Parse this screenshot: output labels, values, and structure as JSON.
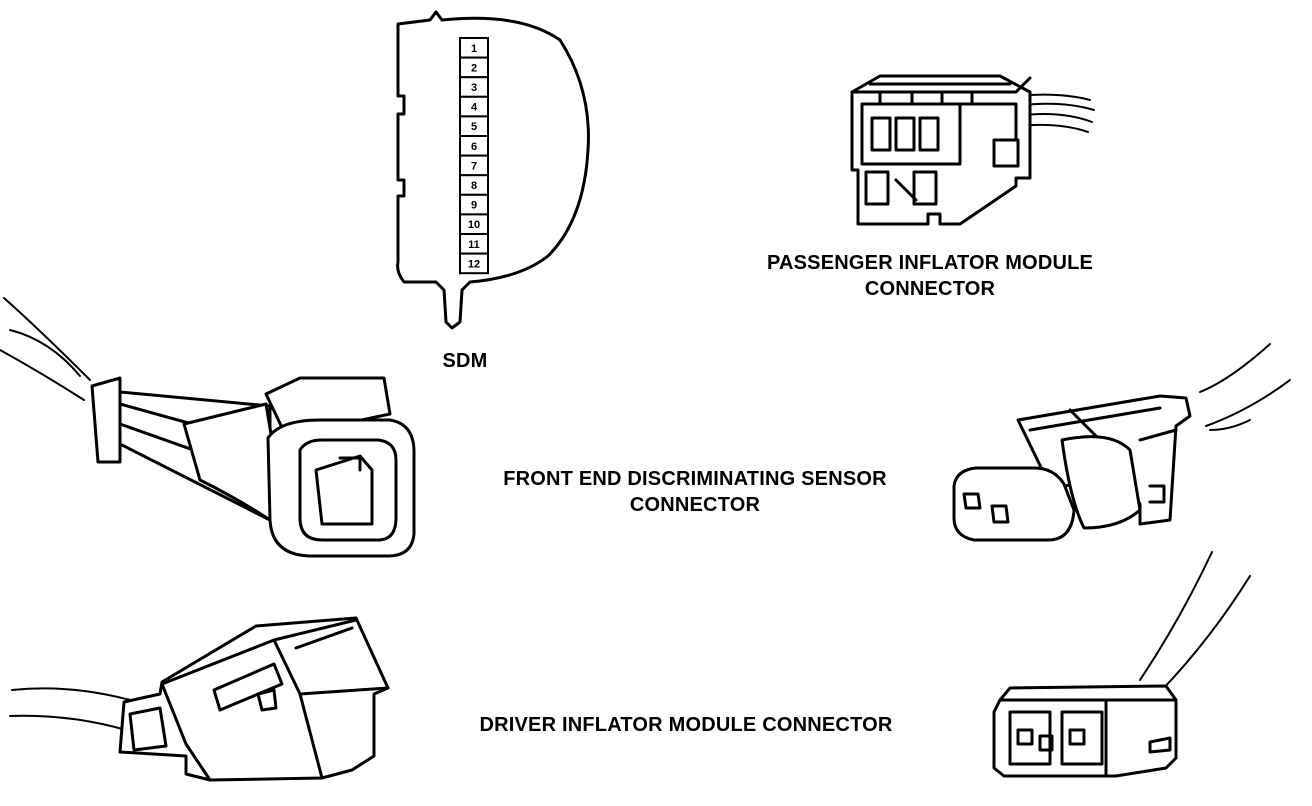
{
  "sdm": {
    "label": "SDM",
    "pins": [
      "1",
      "2",
      "3",
      "4",
      "5",
      "6",
      "7",
      "8",
      "9",
      "10",
      "11",
      "12"
    ]
  },
  "passenger": {
    "line1": "PASSENGER INFLATOR MODULE",
    "line2": "CONNECTOR"
  },
  "front_end": {
    "line1": "FRONT END DISCRIMINATING SENSOR",
    "line2": "CONNECTOR"
  },
  "driver": {
    "label": "DRIVER INFLATOR MODULE CONNECTOR"
  }
}
